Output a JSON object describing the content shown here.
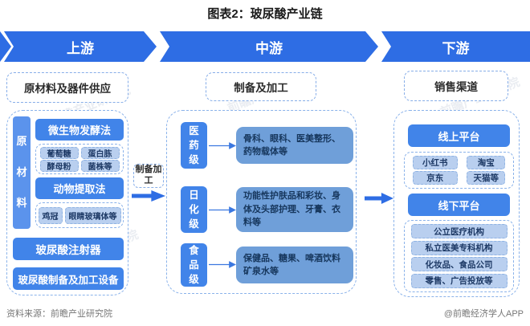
{
  "title": "图表2：玻尿酸产业链",
  "banner": {
    "segments": [
      "上游",
      "中游",
      "下游"
    ]
  },
  "upstream": {
    "header": "原材料及器件供应",
    "side_label": "原材料",
    "methods": [
      {
        "label": "微生物发酵法",
        "items": [
          "葡萄糖",
          "蛋白胨",
          "酵母粉",
          "菌株等"
        ]
      },
      {
        "label": "动物提取法",
        "items": [
          "鸡冠",
          "眼睛玻璃体等"
        ]
      }
    ],
    "devices": [
      "玻尿酸注射器",
      "玻尿酸制备及加工设备"
    ]
  },
  "process_arrow_label": "制备加工",
  "midstream": {
    "header": "制备及加工",
    "grades": [
      {
        "label": "医药级",
        "applications": "骨科、眼科、医美整形、药物载体等"
      },
      {
        "label": "日化级",
        "applications": "功能性护肤品和彩妆、身体及头部护理、牙膏、衣料等"
      },
      {
        "label": "食品级",
        "applications": "保健品、糖果、啤酒饮料矿泉水等"
      }
    ]
  },
  "downstream": {
    "header": "销售渠道",
    "channels": [
      {
        "label": "线上平台",
        "items": [
          "小红书",
          "淘宝",
          "京东",
          "天猫等"
        ]
      },
      {
        "label": "线下平台",
        "items": [
          "公立医疗机构",
          "私立医美专科机构",
          "化妆品、食品公司",
          "零售、广告投放等"
        ]
      }
    ]
  },
  "footer": {
    "source": "资料来源：前瞻产业研究院",
    "credit": "@前瞻经济学人APP"
  },
  "watermark": "前瞻产业研究院",
  "colors": {
    "banner_blue": "#2e6de4",
    "box_blue": "#4184e9",
    "app_box_blue": "#6f9fd9",
    "chip_bg": "#b9cfef",
    "chip_text": "#1e3a66",
    "dashed_border": "#86ade8"
  }
}
